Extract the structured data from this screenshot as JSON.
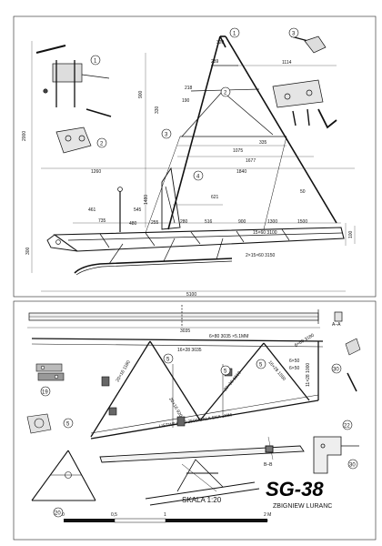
{
  "title": "SG-38",
  "author": "ZBIGNIEW LURANC",
  "scale": "SKALA 1:20",
  "scale_bar": [
    "0",
    "0,5",
    "1",
    "2 M"
  ],
  "callouts": [
    "1",
    "2",
    "3",
    "4",
    "1",
    "2",
    "3",
    "4",
    "5",
    "5",
    "19",
    "5",
    "5",
    "20",
    "22",
    "30",
    "30"
  ],
  "dims_top": {
    "height_total": "2000",
    "d_1114": "1114",
    "d_239": "239",
    "d_900": "900",
    "d_320": "320",
    "d_218": "218",
    "d_190": "190",
    "d_330": "330",
    "d_335": "335",
    "d_1075": "1075",
    "d_1677": "1677",
    "d_1260": "1260",
    "d_1840": "1840",
    "d_1480": "1480",
    "d_545": "545",
    "d_480": "480",
    "d_461": "461",
    "d_735": "735",
    "d_255": "255",
    "d_280": "280",
    "d_516": "516",
    "d_900b": "900",
    "d_1300": "1300",
    "d_1500": "1500",
    "d_621": "621",
    "d_300": "300",
    "d_100": "100",
    "d_50": "50",
    "profile_main": "15×60 3100",
    "profile_lower": "2×15×60 3150",
    "d_5100": "5100",
    "d_3035": "3035",
    "section_aa": "A–A"
  },
  "dims_bottom": {
    "tube_top": "6×80 3035 ×5.1MM",
    "tube_2": "16×28 3035",
    "tube_diag1": "20×16 1180",
    "tube_diag2": "20×16 920",
    "tube_diag3": "20×16 1510",
    "tube_diag4": "16×28 1550",
    "tube_vert": "11×28 1000",
    "tube_small": "6×50",
    "tube_small2": "6×50",
    "tube_lower": "LISTWA 6×80 2500/CALA SKA 1MM",
    "section_bb": "B–B",
    "tube_top_r": "6×80 3180"
  }
}
